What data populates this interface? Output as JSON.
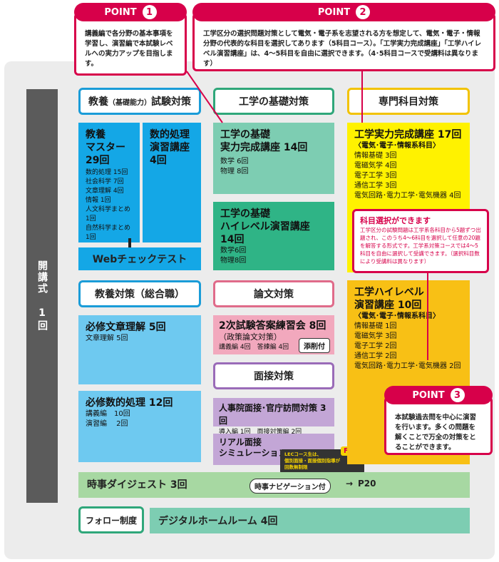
{
  "point1": {
    "badge": "POINT",
    "num": "1",
    "text": "講義編で各分野の基本事項を学習し、演習編で本試験レベルへの実力アップを目指します。"
  },
  "point2": {
    "badge": "POINT",
    "num": "2",
    "text": "工学区分の選択問題対策として電気・電子系を志望される方を想定して、電気・電子・情報分野の代表的な科目を選択してあります（5科目コース）。「工学実力完成講座」「工学ハイレベル演習講座」は、4～5科目を自由に選択できます。（4･5科目コースで受講料は異なります）"
  },
  "point3": {
    "badge": "POINT",
    "num": "3",
    "text": "本試験過去問を中心に演習を行います。多くの問題を解くことで万全の対策をとることができます。"
  },
  "sidebar": "開講式 1回",
  "col1": {
    "header": {
      "main": "教養",
      "sub": "（基礎能力）",
      "tail": "試験対策"
    },
    "kyoyo_master": {
      "title": "教養\nマスター\n29回",
      "items": [
        "数的処理 15回",
        "社会科学 7回",
        "文章理解 4回",
        "情報 1回",
        "人文科学まとめ 1回",
        "自然科学まとめ 1回"
      ]
    },
    "suteki": {
      "title": "数的処理\n演習講座\n4回"
    },
    "web_check": "Webチェックテスト",
    "header2": "教養対策（総合職）",
    "bunsho": {
      "title": "必修文章理解 5回",
      "items": [
        "文章理解 5回"
      ]
    },
    "suteki2": {
      "title": "必修数的処理 12回",
      "items": [
        "講義編　10回",
        "演習編　 2回"
      ]
    }
  },
  "col2": {
    "header": "工学の基礎対策",
    "jitsuryoku": {
      "title": "工学の基礎\n実力完成講座 14回",
      "items": [
        "数学 6回",
        "物理 8回"
      ]
    },
    "high": {
      "title": "工学の基礎\nハイレベル演習講座\n14回",
      "items": [
        "数学6回",
        "物理8回"
      ]
    },
    "header2": "論文対策",
    "ronbun": {
      "title": "2次試験答案練習会 8回",
      "sub": "（政策論文対策）",
      "items": "講義編 4回　答練編 4回",
      "tag": "添削付"
    },
    "header3": "面接対策",
    "mensetsu": {
      "title": "人事院面接･官庁訪問対策 3回",
      "items": "導入編 1回　面接対策編 2回"
    },
    "real": {
      "title": "リアル面接\nシミュレーション",
      "promo": "LECコース生は、\n個別面接・面接個別指導が\n回数無制限",
      "free": "Free!"
    }
  },
  "col3": {
    "header": "専門科目対策",
    "jitsuryoku": {
      "title": "工学実力完成講座 17回",
      "sub": "〈電気･電子･情報系科目〉",
      "items": [
        "情報基礎 3回",
        "電磁気学 4回",
        "電子工学 3回",
        "通信工学 3回",
        "電気回路･電力工学･電気機器 4回"
      ]
    },
    "sentaku": {
      "title": "科目選択ができます",
      "text": "工学区分の試験問題は工学系各科目から5題ずつ出題され、このうち4～6科目を選択して任意の20題を解答する形式です。工学系対策コースでは4～5科目を自由に選択して受講できます。（選択科目数により受講料は異なります）"
    },
    "high": {
      "title": "工学ハイレベル\n演習講座 10回",
      "sub": "〈電気･電子･情報系科目〉",
      "items": [
        "情報基礎 1回",
        "電磁気学 3回",
        "電子工学 2回",
        "通信工学 2回",
        "電気回路･電力工学･電気機器 2回"
      ]
    }
  },
  "jiji": {
    "title": "時事ダイジェスト 3回",
    "nav": "時事ナビゲーション付",
    "page": "P20"
  },
  "follow": {
    "label": "フォロー制度",
    "text": "デジタルホームルーム 4回"
  }
}
